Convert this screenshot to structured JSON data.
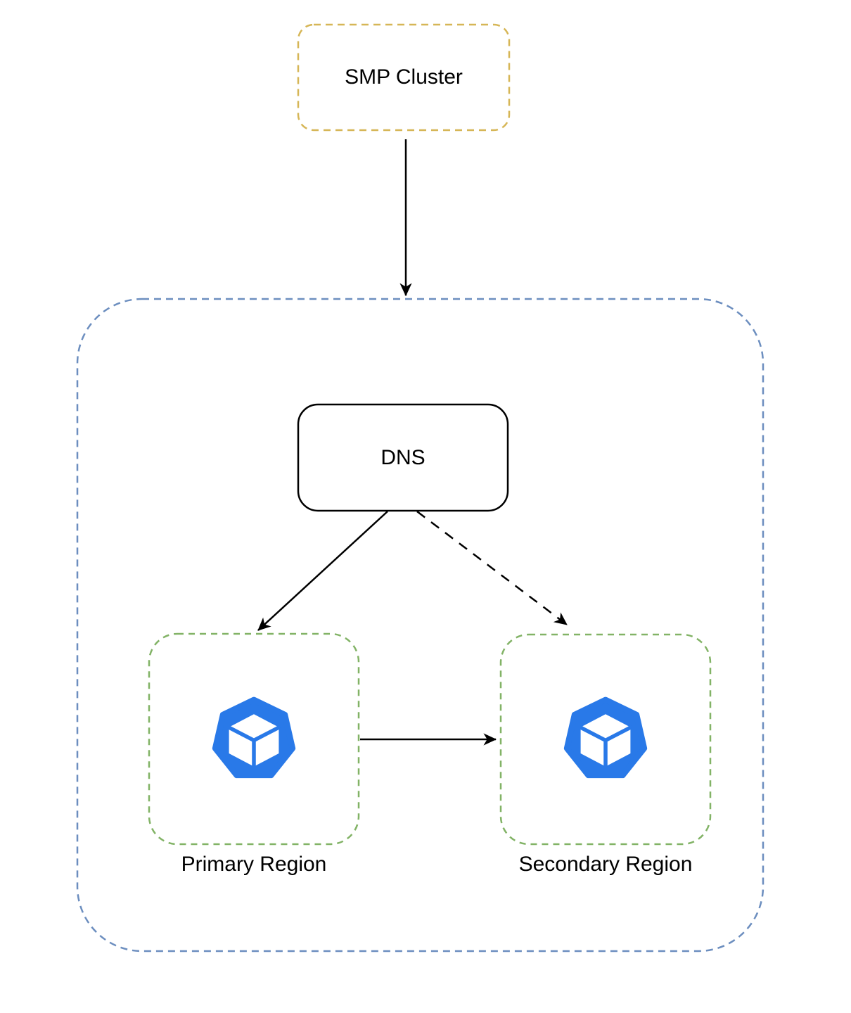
{
  "diagram": {
    "title": "SMP Cluster DNS multi-region failover diagram",
    "nodes": {
      "smp_cluster": {
        "label": "SMP Cluster",
        "border_style": "dashed",
        "border_color": "#D6B656"
      },
      "outer_container": {
        "label": "",
        "border_style": "dashed",
        "border_color": "#6C8EBF"
      },
      "dns": {
        "label": "DNS",
        "border_style": "solid",
        "border_color": "#000000"
      },
      "primary_region": {
        "label": "Primary Region",
        "border_style": "dashed",
        "border_color": "#82B366",
        "icon": "container-heptagon-cube-icon"
      },
      "secondary_region": {
        "label": "Secondary Region",
        "border_style": "dashed",
        "border_color": "#82B366",
        "icon": "container-heptagon-cube-icon"
      }
    },
    "edges": [
      {
        "from": "smp_cluster",
        "to": "outer_container",
        "style": "solid",
        "arrowhead": "filled"
      },
      {
        "from": "dns",
        "to": "primary_region",
        "style": "solid",
        "arrowhead": "filled"
      },
      {
        "from": "dns",
        "to": "secondary_region",
        "style": "dashed",
        "arrowhead": "filled"
      },
      {
        "from": "primary_region",
        "to": "secondary_region",
        "style": "solid",
        "arrowhead": "filled"
      }
    ],
    "colors": {
      "background": "#FFFFFF",
      "text": "#000000",
      "arrow": "#000000",
      "smp_border": "#D6B656",
      "outer_container_border": "#6C8EBF",
      "region_border": "#82B366",
      "dns_border": "#000000",
      "icon_blue": "#2979E8",
      "icon_cube": "#FFFFFF"
    }
  }
}
